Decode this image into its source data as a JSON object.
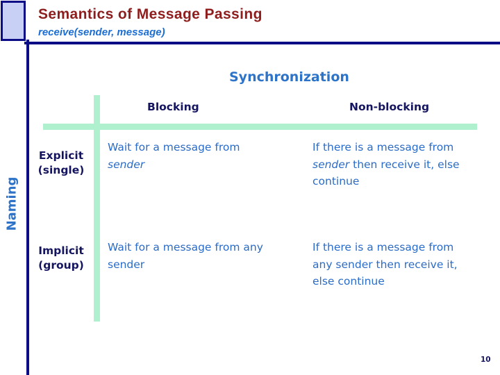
{
  "slide": {
    "title": "Semantics of Message Passing",
    "subtitle": "receive(sender, message)",
    "page_number": "10"
  },
  "matrix": {
    "column_axis_title": "Synchronization",
    "row_axis_title": "Naming",
    "columns": [
      "Blocking",
      "Non-blocking"
    ],
    "rows": [
      {
        "line1": "Explicit",
        "line2": "(single)"
      },
      {
        "line1": "Implicit",
        "line2": "(group)"
      }
    ],
    "cells": {
      "r1c1": {
        "line1": "Wait for a message from",
        "line2_italic": "sender"
      },
      "r1c2": {
        "line1": "If there is a message from",
        "line2_italic": "sender",
        "line2_rest": " then receive it, else",
        "line3": "continue"
      },
      "r2c1": {
        "line1": "Wait for a message from any",
        "line2": "sender"
      },
      "r2c2": {
        "line1": "If there is a message from",
        "line2": "any sender then receive it,",
        "line3": "else continue"
      }
    }
  },
  "colors": {
    "title_red": "#8e1e1e",
    "subtitle_blue": "#1c6ed2",
    "axis_title_blue": "#2d73c8",
    "header_navy": "#15155f",
    "cell_text_blue": "#2a6cc8",
    "grid_green": "#aff0ce",
    "rule_navy": "#0c0c86",
    "corner_square_fill": "#c9d0f5"
  }
}
